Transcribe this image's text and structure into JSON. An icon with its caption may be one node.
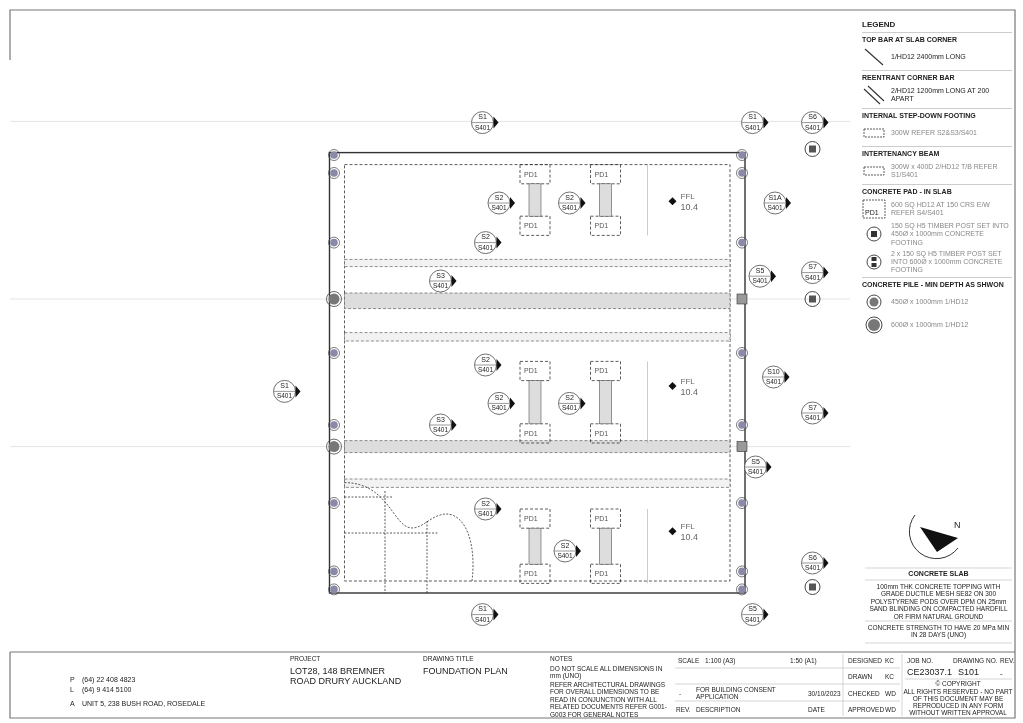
{
  "diagram": {
    "labels": [
      "LEGEND",
      "TOP BAR AT SLAB CORNER",
      "REENTRANT CORNER BAR",
      "INTERNAL STEP-DOWN FOOTING",
      "INTERTENANCY BEAM",
      "CONCRETE PAD - IN SLAB",
      "PD1",
      "CONCRETE PILE - MIN DEPTH AS SHWON",
      "S1",
      "S401",
      "S1",
      "S401",
      "S6",
      "S401",
      "S2",
      "S401",
      "S2",
      "S401",
      "S1A",
      "S401",
      "S2",
      "S401",
      "S3",
      "S401",
      "S5",
      "S401",
      "S7",
      "S401",
      "S2",
      "S401",
      "S1",
      "S401",
      "S10",
      "S401",
      "S2",
      "S401",
      "S2",
      "S401",
      "S7",
      "S401",
      "S3",
      "S401",
      "S5",
      "S401",
      "S2",
      "S401",
      "S2",
      "S401",
      "S6",
      "S401",
      "S1",
      "S401",
      "S5",
      "S401",
      "PD1",
      "PD1",
      "PD1",
      "PD1",
      "PD1",
      "PD1",
      "PD1",
      "PD1",
      "PD1",
      "PD1",
      "PD1",
      "PD1",
      "FFL",
      "10.4",
      "FFL",
      "10.4",
      "FFL",
      "10.4",
      "N",
      "CONCRETE SLAB",
      "100mm THK CONCRETE TOPPING WITH GRADE DUCTILE MESH SE82 ON 300 POLYSTYRENE PODS OVER DPM ON 25mm SAND BLINDING ON COMPACTED HARDFILL OR FIRM NATURAL GROUND",
      "CONCRETE STRENGTH TO HAVE 20 MPa MIN IN 28 DAYS (UNO)",
      "P",
      "(64) 22 408 4823",
      "L",
      "(64) 9 414 5100",
      "A",
      "UNIT 5, 238 BUSH ROAD, ROSEDALE",
      "PROJECT",
      "LOT28, 148 BREMNER ROAD DRURY AUCKLAND",
      "DRAWING TITLE",
      "FOUNDATION PLAN",
      "NOTES",
      "DO NOT SCALE ALL DIMENSIONS IN mm (UNO)",
      "REFER ARCHITECTURAL DRAWINGS FOR OVERALL DIMENSIONS TO BE READ IN CONJUNCTION WITH ALL RELATED DOCUMENTS REFER G001-G003 FOR GENERAL NOTES",
      "SCALE",
      "1:100 (A3)",
      "1:50 (A1)",
      "DESIGNED",
      "KC",
      "JOB NO.",
      "DRAWING NO.",
      "REV.",
      "DRAWN",
      "KC",
      "CE23037.1",
      "S101",
      "-",
      "-",
      "FOR BUILDING CONSENT APPLICATION",
      "30/10/2023",
      "CHECKED",
      "WD",
      "© COPYRIGHT",
      "ALL RIGHTS RESERVED - NO PART OF THIS DOCUMENT MAY BE REPRODUCED IN ANY FORM WITHOUT WRITTEN APPROVAL",
      "REV.",
      "DESCRIPTION",
      "DATE",
      "APPROVED",
      "WD"
    ],
    "legend": [
      {
        "text": "1/HD12 2400mm LONG"
      },
      {
        "text": "2/HD12 1200mm LONG AT 200 APART"
      },
      {
        "text": "300W REFER S2&S3/S401"
      },
      {
        "text": "300W x 400D 2/HD12 T/B REFER S1/S401"
      },
      {
        "text": "600 SQ HD12 AT 150 CRS E/W REFER S4/S401"
      },
      {
        "text": "150 SQ H5 TIMBER POST SET INTO 450Ø x 1000mm CONCRETE FOOTING"
      },
      {
        "text": "2 x 150 SQ H5 TIMBER POST SET INTO 600Ø x 1000mm CONCRETE FOOTING"
      },
      {
        "text": "450Ø x 1000mm 1/HD12"
      },
      {
        "text": "600Ø x 1000mm 1/HD12"
      }
    ]
  }
}
